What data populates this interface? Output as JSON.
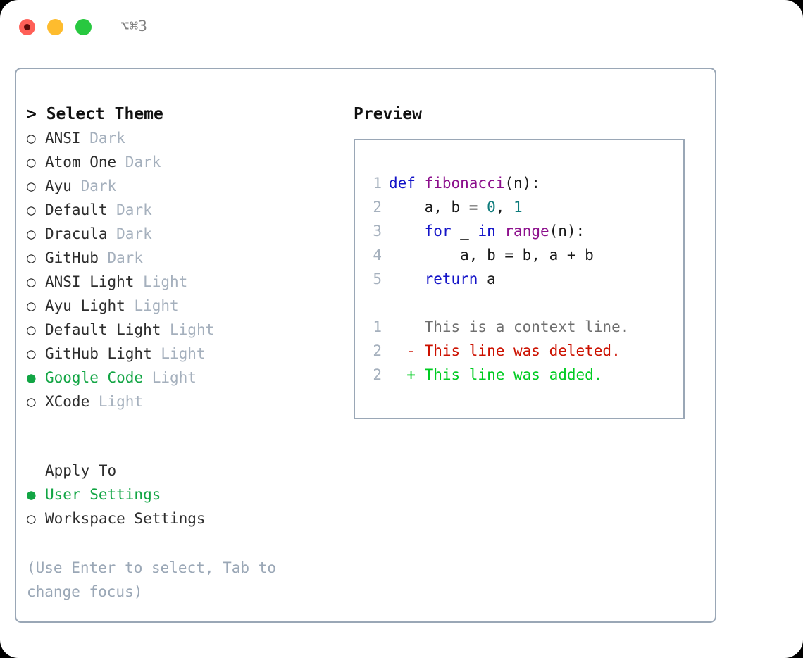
{
  "titlebar": {
    "shortcut": "⌥⌘3",
    "buttons": [
      {
        "name": "close",
        "color": "#ff5f57"
      },
      {
        "name": "minimize",
        "color": "#febc2e"
      },
      {
        "name": "maximize",
        "color": "#28c840"
      }
    ]
  },
  "theme_picker": {
    "heading": "> Select Theme",
    "selected_marker": "●",
    "unselected_marker": "○",
    "items": [
      {
        "marker": "○",
        "name": "ANSI",
        "tag": "Dark",
        "selected": false
      },
      {
        "marker": "○",
        "name": "Atom One",
        "tag": "Dark",
        "selected": false
      },
      {
        "marker": "○",
        "name": "Ayu",
        "tag": "Dark",
        "selected": false
      },
      {
        "marker": "○",
        "name": "Default",
        "tag": "Dark",
        "selected": false
      },
      {
        "marker": "○",
        "name": "Dracula",
        "tag": "Dark",
        "selected": false
      },
      {
        "marker": "○",
        "name": "GitHub",
        "tag": "Dark",
        "selected": false
      },
      {
        "marker": "○",
        "name": "ANSI Light",
        "tag": "Light",
        "selected": false
      },
      {
        "marker": "○",
        "name": "Ayu Light",
        "tag": "Light",
        "selected": false
      },
      {
        "marker": "○",
        "name": "Default Light",
        "tag": "Light",
        "selected": false
      },
      {
        "marker": "○",
        "name": "GitHub Light",
        "tag": "Light",
        "selected": false
      },
      {
        "marker": "●",
        "name": "Google Code",
        "tag": "Light",
        "selected": true
      },
      {
        "marker": "○",
        "name": "XCode",
        "tag": "Light",
        "selected": false
      }
    ]
  },
  "apply_to": {
    "heading": "Apply To",
    "items": [
      {
        "marker": "●",
        "name": "User Settings",
        "selected": true
      },
      {
        "marker": "○",
        "name": "Workspace Settings",
        "selected": false
      }
    ]
  },
  "hint": "(Use Enter to select, Tab to change focus)",
  "preview": {
    "heading": "Preview",
    "code_lines": [
      {
        "no": "1",
        "tokens": [
          {
            "t": "def ",
            "c": "kw"
          },
          {
            "t": "fibonacci",
            "c": "fn"
          },
          {
            "t": "(n):",
            "c": "pln"
          }
        ]
      },
      {
        "no": "2",
        "tokens": [
          {
            "t": "    a, b = ",
            "c": "pln"
          },
          {
            "t": "0",
            "c": "num"
          },
          {
            "t": ", ",
            "c": "pln"
          },
          {
            "t": "1",
            "c": "num"
          }
        ]
      },
      {
        "no": "3",
        "tokens": [
          {
            "t": "    ",
            "c": "pln"
          },
          {
            "t": "for",
            "c": "kw"
          },
          {
            "t": " _ ",
            "c": "pln"
          },
          {
            "t": "in",
            "c": "kw"
          },
          {
            "t": " ",
            "c": "pln"
          },
          {
            "t": "range",
            "c": "fn"
          },
          {
            "t": "(n):",
            "c": "pln"
          }
        ]
      },
      {
        "no": "4",
        "tokens": [
          {
            "t": "        a, b = b, a + b",
            "c": "pln"
          }
        ]
      },
      {
        "no": "5",
        "tokens": [
          {
            "t": "    ",
            "c": "pln"
          },
          {
            "t": "return",
            "c": "kw"
          },
          {
            "t": " a",
            "c": "pln"
          }
        ]
      }
    ],
    "diff_lines": [
      {
        "no": "1",
        "prefix": "  ",
        "text": "This is a context line.",
        "kind": "ctx"
      },
      {
        "no": "2",
        "prefix": "- ",
        "text": "This line was deleted.",
        "kind": "del"
      },
      {
        "no": "2",
        "prefix": "+ ",
        "text": "This line was added.",
        "kind": "add"
      }
    ]
  },
  "colors": {
    "accent_green": "#12a544",
    "border": "#9aa7b6",
    "muted": "#a5b0bd",
    "keyword": "#1414c8",
    "function": "#8c0f8c",
    "number": "#0d7b7b",
    "diff_added": "#00cc22",
    "diff_deleted": "#cc1100"
  }
}
